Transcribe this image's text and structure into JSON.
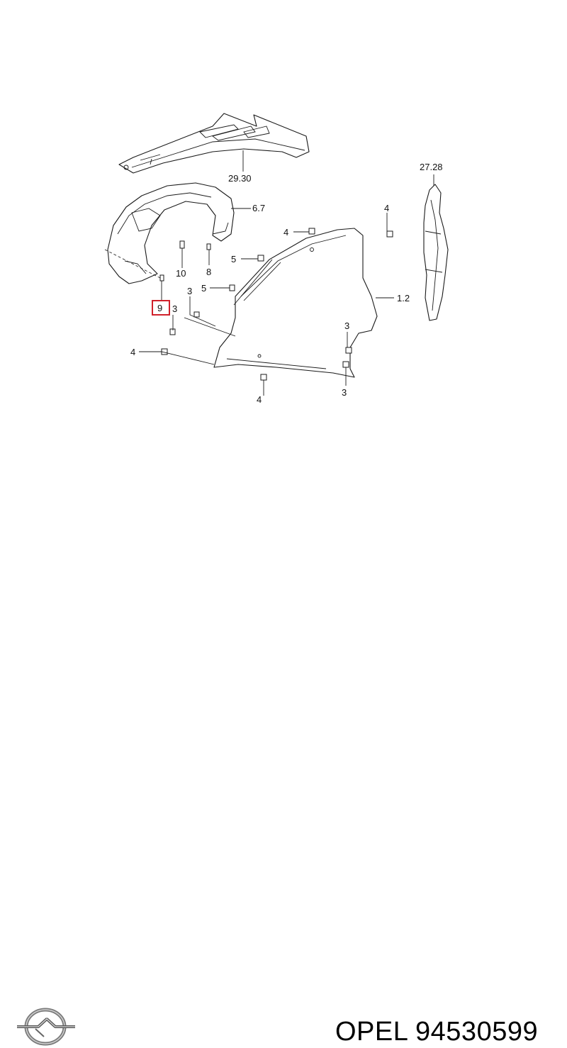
{
  "diagram": {
    "callouts": {
      "shield": "29.30",
      "liner_upper": "6.7",
      "bracket_right": "27.28",
      "fender": "1.2",
      "bolt_top_right": "4",
      "bolt_top_mid": "4",
      "bolt_left": "4",
      "bolt_bottom": "4",
      "screw_a": "5",
      "screw_b": "5",
      "clip_10": "10",
      "clip_8": "8",
      "clip_9": "9",
      "clip_3a": "3",
      "clip_3b": "3",
      "clip_3c": "3",
      "clip_3d": "3"
    },
    "highlight_color": "#d0212b"
  },
  "footer": {
    "brand_logo": "opel-logo",
    "caption": "OPEL 94530599"
  }
}
